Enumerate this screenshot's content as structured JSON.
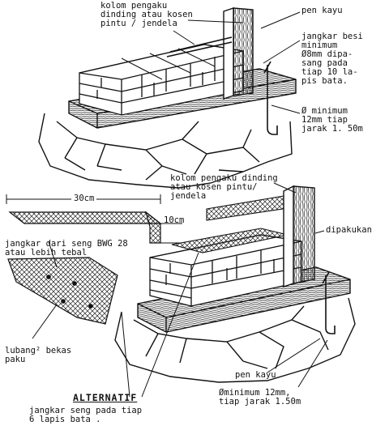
{
  "top_figure": {
    "kolom_label": "kolom pengaku\ndinding atau kosen\npintu / jendela",
    "pen_kayu_label": "pen kayu",
    "jangkar_label": "jangkar besi\nminimum\nØ8mm dipa-\nsang pada\ntiap 10 la-\npis bata.",
    "minimum_label": "Ø minimum\n12mm tiap\njarak 1. 50m"
  },
  "bottom_figure": {
    "width_label": "30cm",
    "height_label": "10cm",
    "kolom_label": "kolom pengaku dinding\natau kosen pintu/\njendela",
    "dipakukan_label": "dipakukan",
    "seng_label": "jangkar dari seng BWG 28\natau lebih tebal",
    "lubang_label": "lubang² bekas\npaku",
    "pen_kayu_label": "pen kayu",
    "minimum_label": "Øminimum 12mm,\ntiap jarak 1.50m",
    "alternatif_title": "ALTERNATIF",
    "alternatif_desc": "jangkar seng pada tiap\n6 lapis bata ."
  }
}
